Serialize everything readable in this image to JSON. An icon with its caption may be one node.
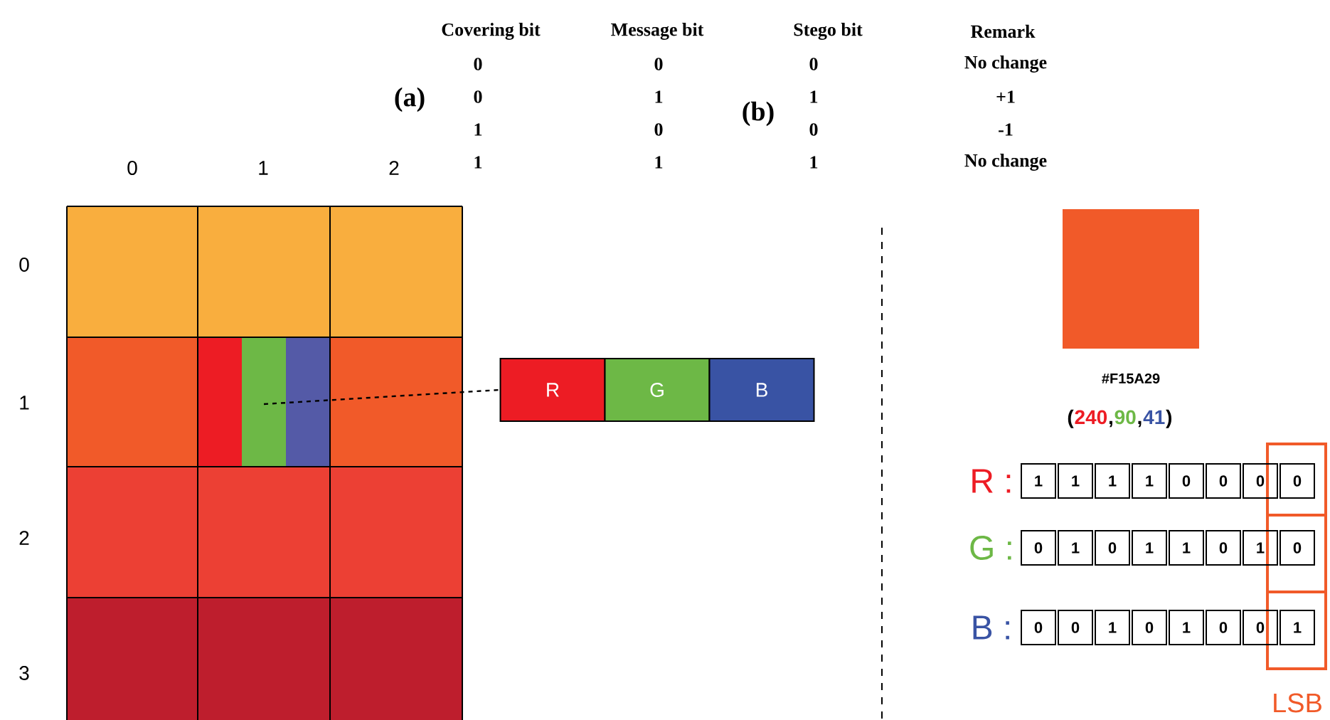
{
  "diagram": {
    "nodes": [
      {
        "text": [],
        "shape": "box"
      },
      {
        "text": [
          "R"
        ]
      },
      {
        "text": [
          "G"
        ]
      },
      {
        "text": [
          "B"
        ]
      }
    ],
    "edges": [
      {
        "from": 0,
        "to": 1,
        "arrow": "none",
        "style": "dashed"
      }
    ],
    "labels": [
      "Covering bit",
      "Message bit",
      "Stego bit",
      "Remark",
      "(a)",
      "(b)",
      "0",
      "0",
      "0",
      "No change",
      "0",
      "1",
      "1",
      "+1",
      "1",
      "0",
      "0",
      "-1",
      "0",
      "1",
      "2",
      "1",
      "1",
      "1",
      "No change",
      "0",
      "1",
      "2",
      "3",
      "#F15A29",
      "(",
      "240",
      ",",
      "90",
      ",",
      "41",
      ")",
      "R :",
      "1",
      "1",
      "1",
      "1",
      "0",
      "0",
      "0",
      "0",
      "G :",
      "0",
      "1",
      "0",
      "1",
      "1",
      "0",
      "1",
      "0",
      "B :",
      "0",
      "0",
      "1",
      "0",
      "1",
      "0",
      "0",
      "1",
      "LSB"
    ]
  }
}
